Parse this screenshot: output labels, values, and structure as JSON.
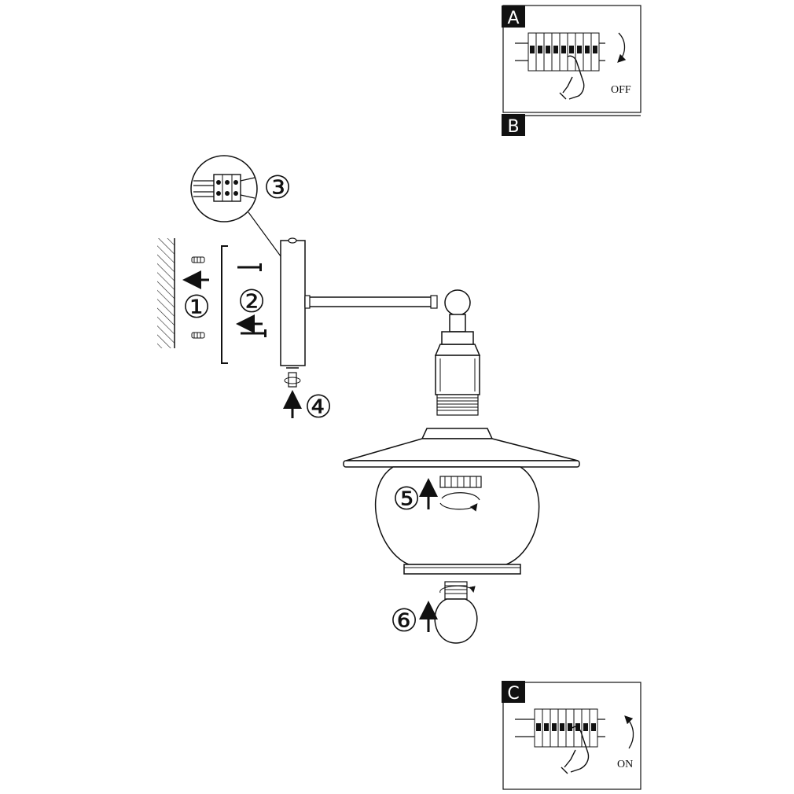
{
  "panels": {
    "a": {
      "letter": "A",
      "status": "OFF"
    },
    "b": {
      "letter": "B"
    },
    "c": {
      "letter": "C",
      "status": "ON"
    }
  },
  "steps": [
    "①",
    "②",
    "③",
    "④",
    "⑤",
    "⑥"
  ]
}
